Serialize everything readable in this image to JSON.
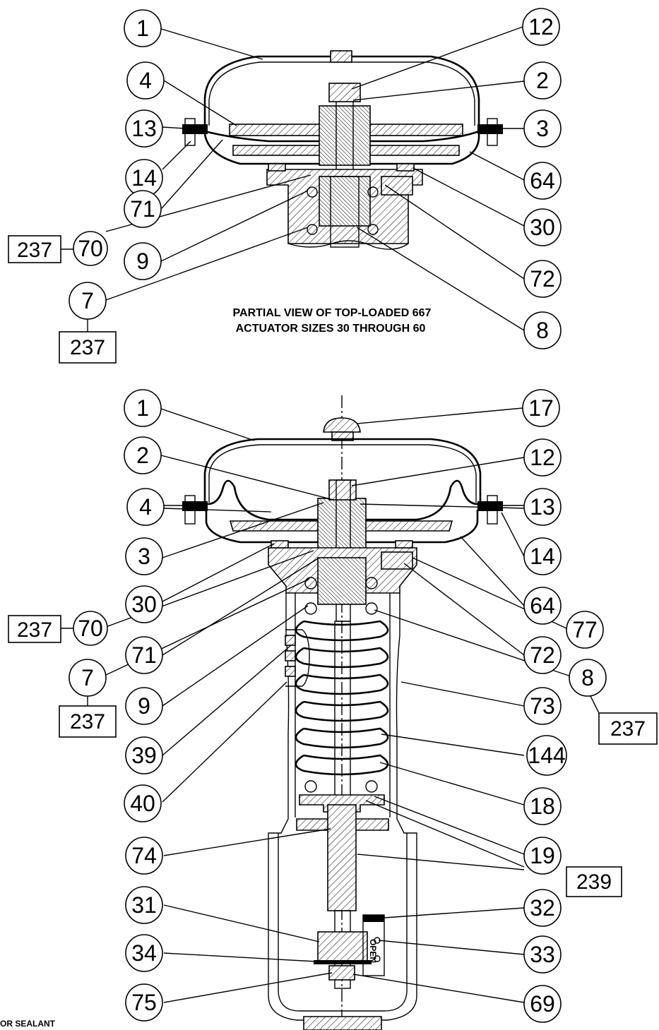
{
  "top_view": {
    "caption_line1": "PARTIAL VIEW OF TOP-LOADED 667",
    "caption_line2": "ACTUATOR SIZES 30 THROUGH 60",
    "balloons": [
      "1",
      "4",
      "13",
      "14",
      "71",
      "70",
      "9",
      "7",
      "12",
      "2",
      "3",
      "64",
      "30",
      "72",
      "8"
    ],
    "boxes": [
      "237",
      "237"
    ]
  },
  "main_view": {
    "balloons": [
      "1",
      "2",
      "4",
      "3",
      "30",
      "70",
      "71",
      "7",
      "9",
      "39",
      "40",
      "74",
      "31",
      "34",
      "75",
      "17",
      "12",
      "13",
      "14",
      "64",
      "77",
      "72",
      "8",
      "73",
      "144",
      "18",
      "19",
      "32",
      "33",
      "69"
    ],
    "boxes": [
      "237",
      "237",
      "237",
      "239"
    ],
    "indicator_label": "OPEN"
  },
  "footnote": "OR SEALANT"
}
